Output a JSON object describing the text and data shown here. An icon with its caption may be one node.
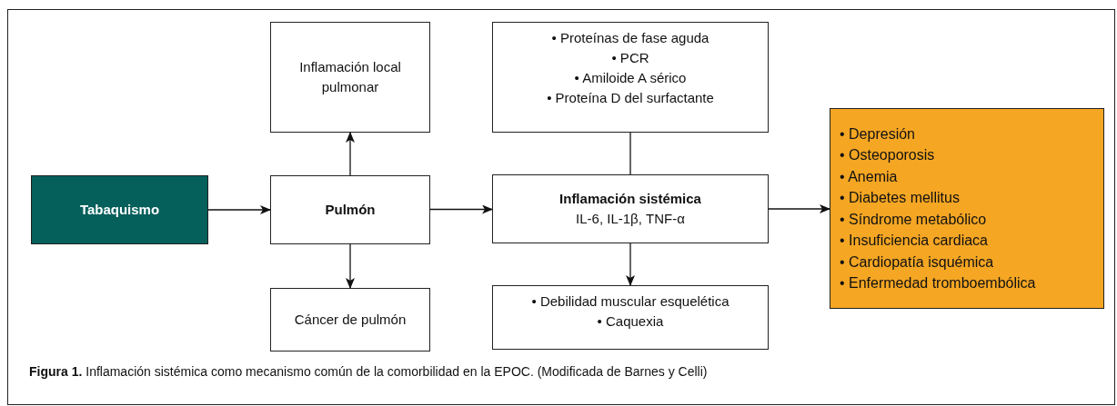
{
  "diagram": {
    "caption": "**Figura 1.** Inflamación sistémica como mecanismo común de la comorbilidad en la EPOC. (Modificada de Barnes y Celli)",
    "nodes": [
      {
        "text": [
          "Tabaquismo"
        ]
      },
      {
        "text": [
          "Inflamación local pulmonar"
        ]
      },
      {
        "text": [
          "Pulmón"
        ]
      },
      {
        "text": [
          "Cáncer de pulmón"
        ]
      },
      {
        "text": [
          "• Proteínas de fase aguda",
          "• PCR",
          "• Amiloide A sérico",
          "• Proteína D del surfactante"
        ]
      },
      {
        "text": [
          "Inflamación sistémica",
          "IL-6, IL-1β, TNF-α"
        ]
      },
      {
        "text": [
          "• Debilidad muscular esquelética",
          "• Caquexia"
        ]
      },
      {
        "text": [
          "• Depresión",
          "• Osteoporosis",
          "• Anemia",
          "• Diabetes mellitus",
          "• Síndrome metabólico",
          "• Insuficiencia cardiaca",
          "• Cardiopatía isquémica",
          "• Enfermedad tromboembólica"
        ]
      }
    ],
    "edges": [
      {
        "from": 0,
        "to": 2,
        "arrow": "to"
      },
      {
        "from": 2,
        "to": 1,
        "arrow": "to"
      },
      {
        "from": 2,
        "to": 3,
        "arrow": "to"
      },
      {
        "from": 2,
        "to": 5,
        "arrow": "to"
      },
      {
        "from": 4,
        "to": 5,
        "arrow": "none"
      },
      {
        "from": 5,
        "to": 6,
        "arrow": "to"
      },
      {
        "from": 5,
        "to": 7,
        "arrow": "to"
      }
    ]
  }
}
